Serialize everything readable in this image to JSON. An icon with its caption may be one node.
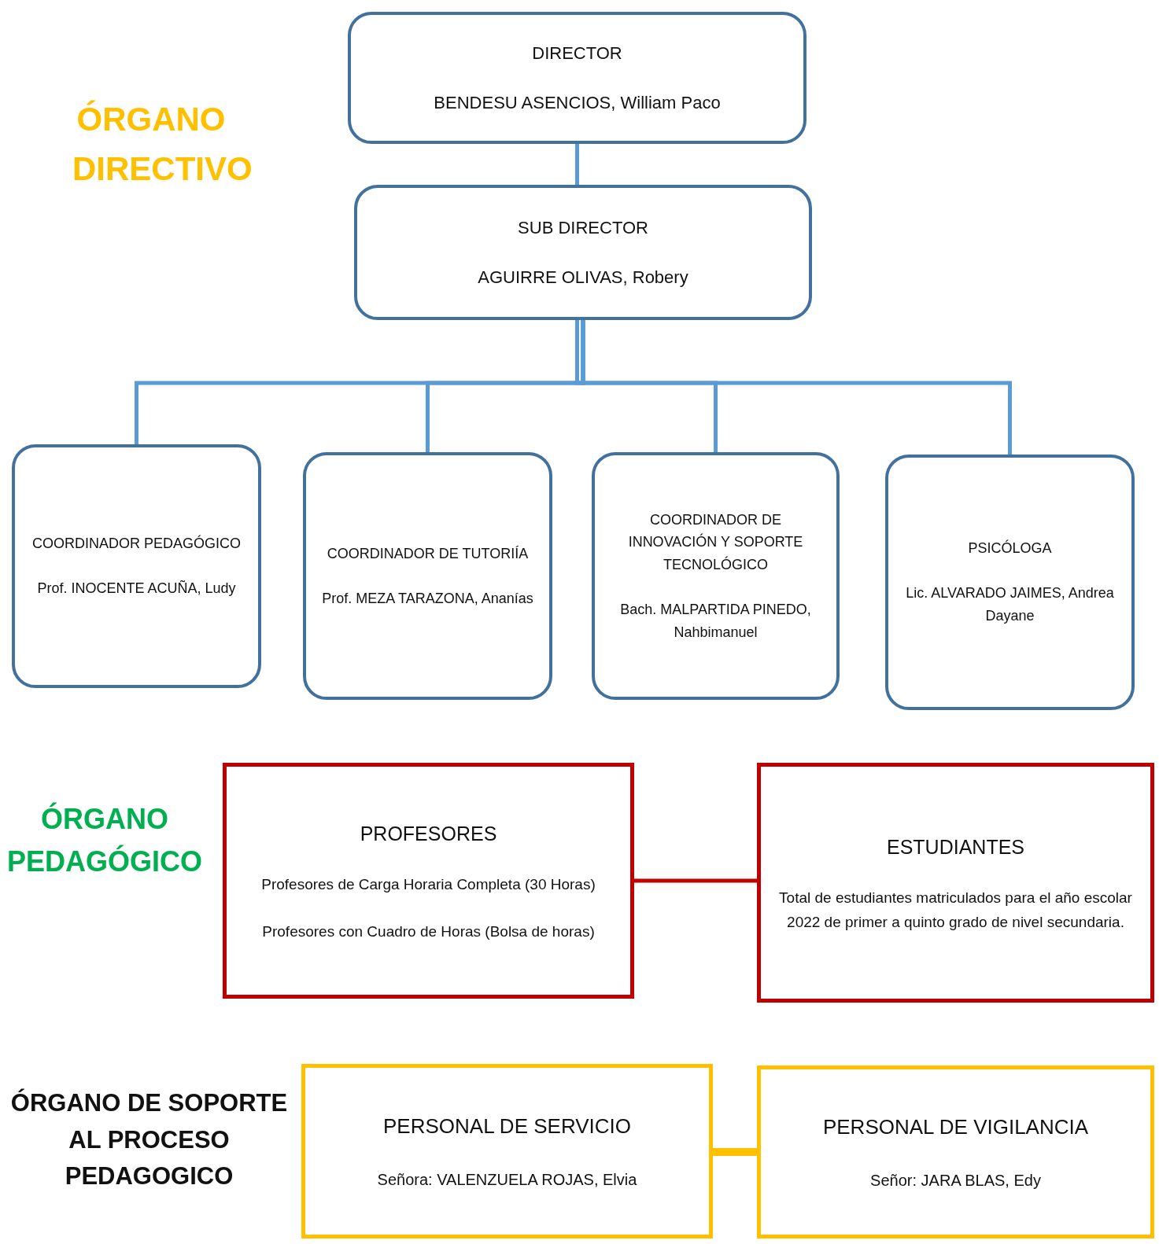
{
  "diagram": {
    "nodes": [
      {
        "text": [
          "DIRECTOR",
          "BENDESU ASENCIOS, William Paco"
        ]
      },
      {
        "text": [
          "SUB DIRECTOR",
          "AGUIRRE OLIVAS, Robery"
        ]
      },
      {
        "text": [
          "COORDINADOR PEDAGÓGICO",
          "Prof. INOCENTE ACUÑA, Ludy"
        ]
      },
      {
        "text": [
          "COORDINADOR DE TUTORIÍA",
          "Prof. MEZA TARAZONA, Ananías"
        ]
      },
      {
        "text": [
          "COORDINADOR DE INNOVACIÓN Y SOPORTE TECNOLÓGICO",
          "Bach. MALPARTIDA PINEDO, Nahbimanuel"
        ]
      },
      {
        "text": [
          "PSICÓLOGA",
          "Lic. ALVARADO JAIMES, Andrea Dayane"
        ]
      },
      {
        "text": [
          "PROFESORES",
          "Profesores de Carga Horaria Completa (30 Horas)",
          "Profesores con Cuadro de Horas (Bolsa de horas)"
        ]
      },
      {
        "text": [
          "ESTUDIANTES",
          "Total de estudiantes matriculados para el año escolar 2022 de primer a quinto grado de nivel secundaria."
        ]
      },
      {
        "text": [
          "PERSONAL DE SERVICIO",
          "Señora: VALENZUELA ROJAS, Elvia"
        ]
      },
      {
        "text": [
          "PERSONAL DE VIGILANCIA",
          "Señor: JARA BLAS, Edy"
        ]
      }
    ],
    "edges": [
      {
        "from": 0,
        "to": 1,
        "arrow": "none"
      },
      {
        "from": 1,
        "to": 2,
        "arrow": "none"
      },
      {
        "from": 1,
        "to": 3,
        "arrow": "none"
      },
      {
        "from": 1,
        "to": 4,
        "arrow": "none"
      },
      {
        "from": 1,
        "to": 5,
        "arrow": "none"
      },
      {
        "from": 6,
        "to": 7,
        "arrow": "none",
        "color": "#c00000"
      },
      {
        "from": 8,
        "to": 9,
        "arrow": "none",
        "style": "thick",
        "color": "#ffc000"
      }
    ],
    "labels": [
      "ÓRGANO DIRECTIVO",
      "ÓRGANO PEDAGÓGICO",
      "ÓRGANO DE SOPORTE AL PROCESO PEDAGOGICO"
    ]
  }
}
